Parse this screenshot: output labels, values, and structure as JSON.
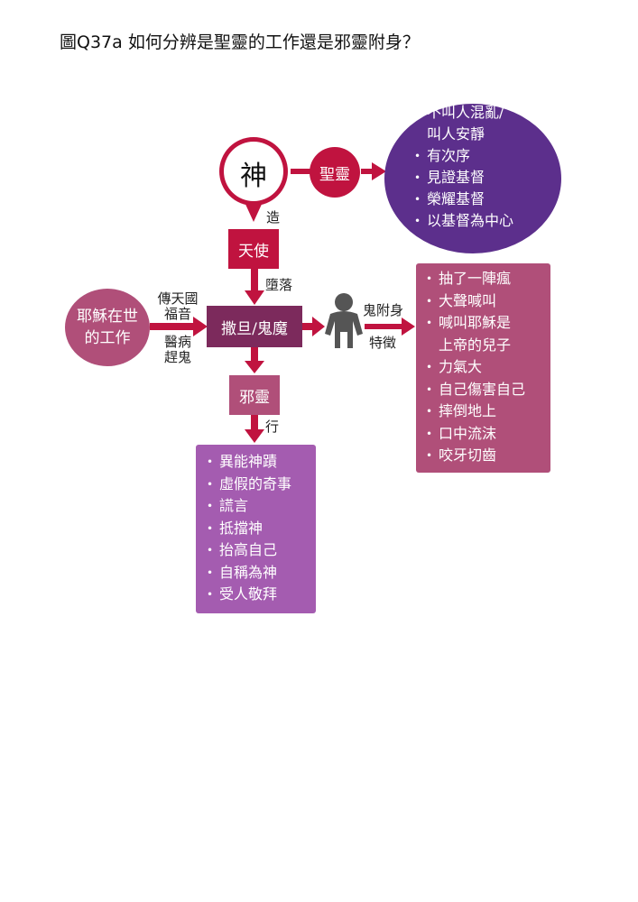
{
  "title": "圖Q37a  如何分辨是聖靈的工作還是邪靈附身？",
  "god": {
    "label": "神",
    "create_label": "造"
  },
  "holy_spirit": {
    "label": "聖靈"
  },
  "holy_spirit_traits": [
    "不叫人混亂/",
    "叫人安靜",
    "有次序",
    "見證基督",
    "榮耀基督",
    "以基督為中心"
  ],
  "angel": {
    "label": "天使",
    "fall_label": "墮落"
  },
  "jesus": {
    "label_line1": "耶穌在世",
    "label_line2": "的工作"
  },
  "jesus_actions": {
    "top_line1": "傳天國",
    "top_line2": "福音",
    "bottom_line1": "醫病",
    "bottom_line2": "趕鬼"
  },
  "satan": {
    "label": "撒旦/鬼魔"
  },
  "possession": {
    "top_label": "鬼附身",
    "bottom_label": "特徵"
  },
  "possession_traits": [
    "抽了一陣瘋",
    "大聲喊叫",
    "喊叫耶穌是",
    "上帝的兒子",
    "力氣大",
    "自己傷害自己",
    "摔倒地上",
    "口中流沫",
    "咬牙切齒"
  ],
  "evil_spirit": {
    "label": "邪靈",
    "act_label": "行"
  },
  "evil_spirit_acts": [
    "異能神蹟",
    "虛假的奇事",
    "謊言",
    "抵擋神",
    "抬高自己",
    "自稱為神",
    "受人敬拜"
  ],
  "colors": {
    "crimson": "#c0133f",
    "purple": "#5c2f8c",
    "rose": "#b04f79",
    "plum": "#7c2a5c",
    "lilac": "#a45cb0",
    "person": "#555555"
  }
}
